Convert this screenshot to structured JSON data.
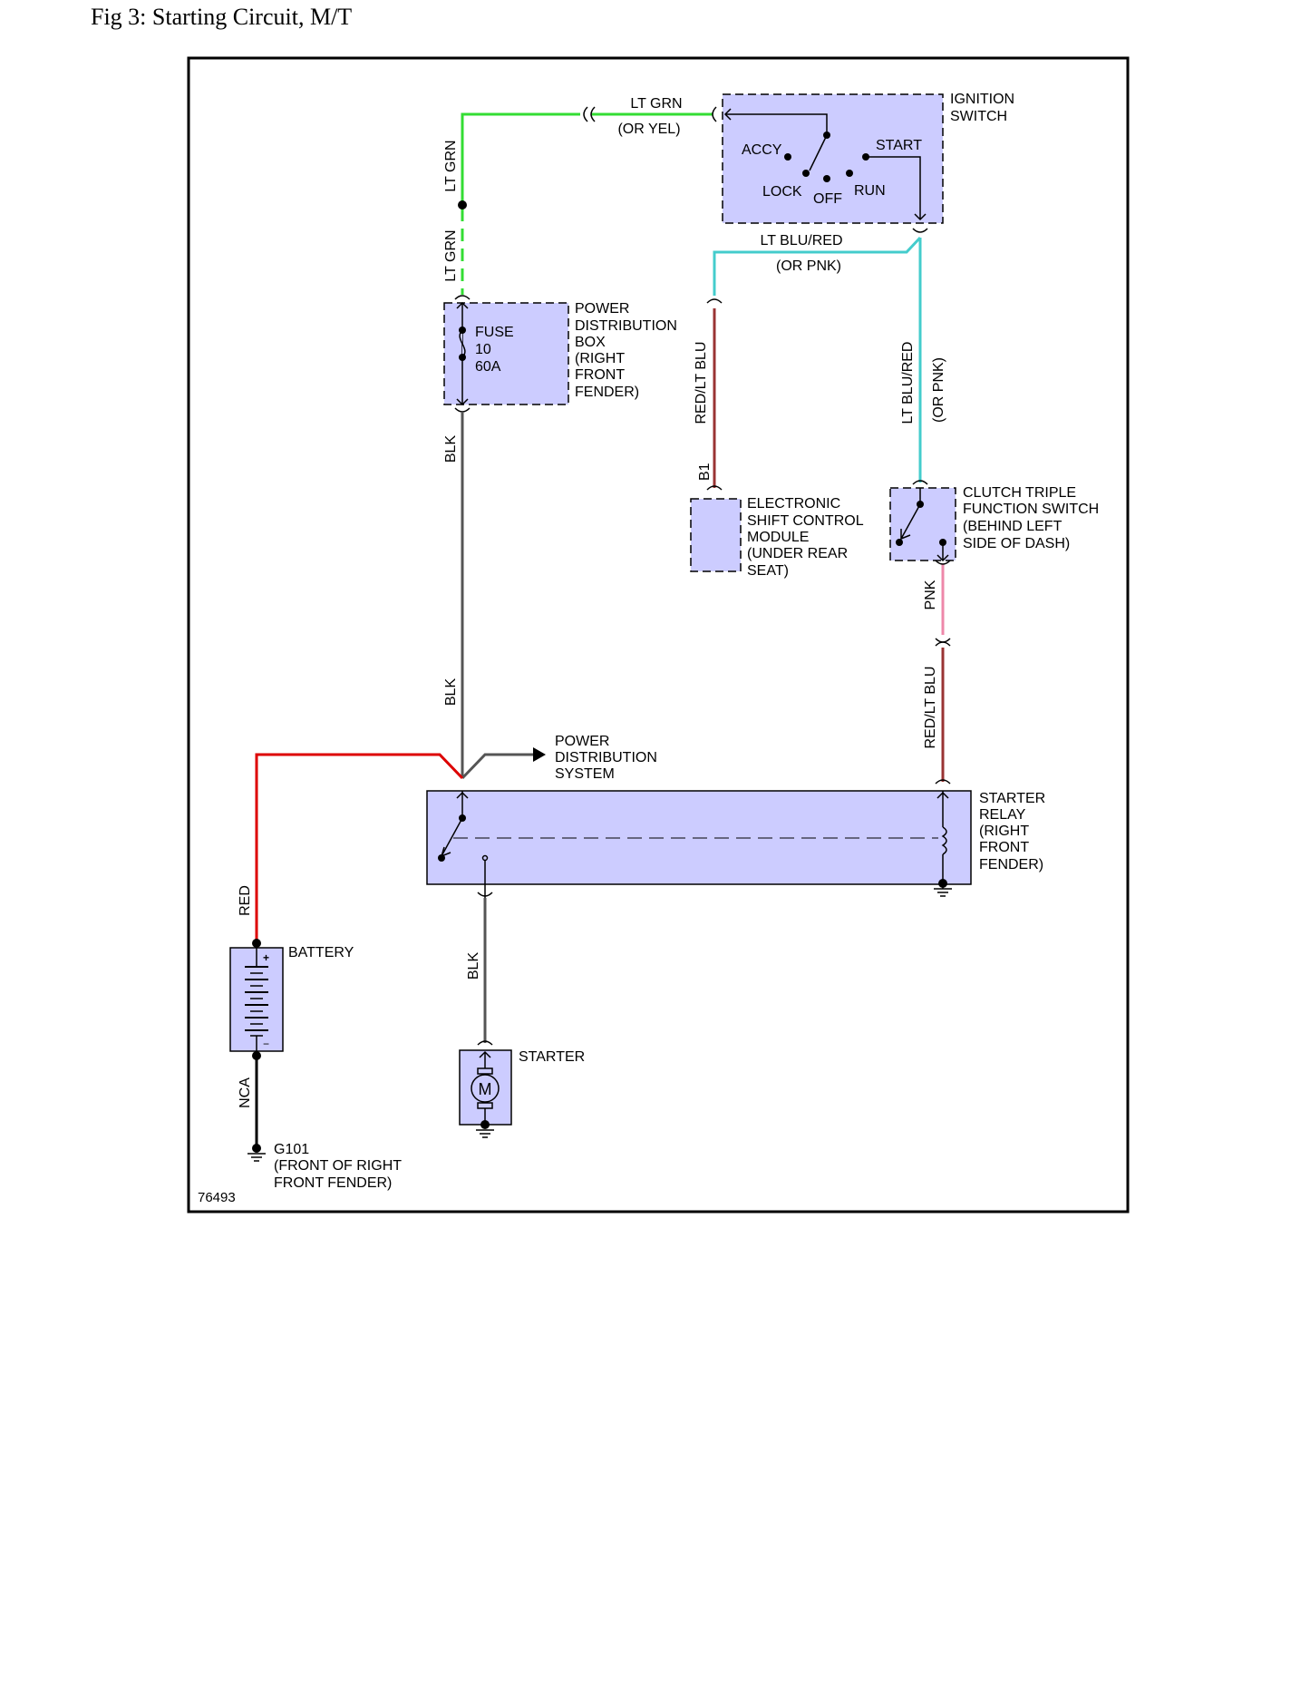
{
  "title": "Fig 3: Starting Circuit, M/T",
  "figure_number": "76493",
  "colors": {
    "component_fill": "#ccccff",
    "wire_lt_grn": "#33dd33",
    "wire_lt_blu": "#44cccc",
    "wire_red": "#dd0000",
    "wire_blk": "#555555",
    "wire_red_lt_blu": "#993333",
    "wire_pnk": "#ee88aa"
  },
  "components": {
    "ignition_switch": {
      "label": [
        "IGNITION",
        "SWITCH"
      ],
      "positions": {
        "accy": "ACCY",
        "start": "START",
        "lock": "LOCK",
        "off": "OFF",
        "run": "RUN"
      }
    },
    "power_distribution_box": {
      "label": [
        "POWER",
        "DISTRIBUTION",
        "BOX",
        "(RIGHT",
        "FRONT",
        "FENDER)"
      ],
      "fuse": [
        "FUSE",
        "10",
        "60A"
      ]
    },
    "shift_control_module": {
      "label": [
        "ELECTRONIC",
        "SHIFT CONTROL",
        "MODULE",
        "(UNDER REAR",
        "SEAT)"
      ],
      "pin": "B1"
    },
    "clutch_switch": {
      "label": [
        "CLUTCH TRIPLE",
        "FUNCTION SWITCH",
        "(BEHIND LEFT",
        "SIDE OF DASH)"
      ]
    },
    "power_distribution_system": {
      "label": [
        "POWER",
        "DISTRIBUTION",
        "SYSTEM"
      ]
    },
    "starter_relay": {
      "label": [
        "STARTER",
        "RELAY",
        "(RIGHT",
        "FRONT",
        "FENDER)"
      ]
    },
    "battery": {
      "label": "BATTERY",
      "plus": "+",
      "minus": "−"
    },
    "starter": {
      "label": "STARTER",
      "motor": "M"
    },
    "ground": {
      "label": [
        "G101",
        "(FRONT OF RIGHT",
        "FRONT FENDER)"
      ]
    }
  },
  "wires": {
    "lt_grn_top": "LT GRN",
    "or_yel": "(OR YEL)",
    "lt_grn_vert_1": "LT GRN",
    "lt_grn_vert_2": "LT GRN",
    "lt_blu_red_top": "LT BLU/RED",
    "or_pnk_top": "(OR PNK)",
    "red_lt_blu_scm": "RED/LT BLU",
    "lt_blu_red_vert": "LT BLU/RED",
    "or_pnk_vert": "(OR PNK)",
    "blk_upper": "BLK",
    "blk_lower": "BLK",
    "pnk": "PNK",
    "red_lt_blu_relay": "RED/LT BLU",
    "red_battery": "RED",
    "blk_starter": "BLK",
    "nca": "NCA"
  }
}
